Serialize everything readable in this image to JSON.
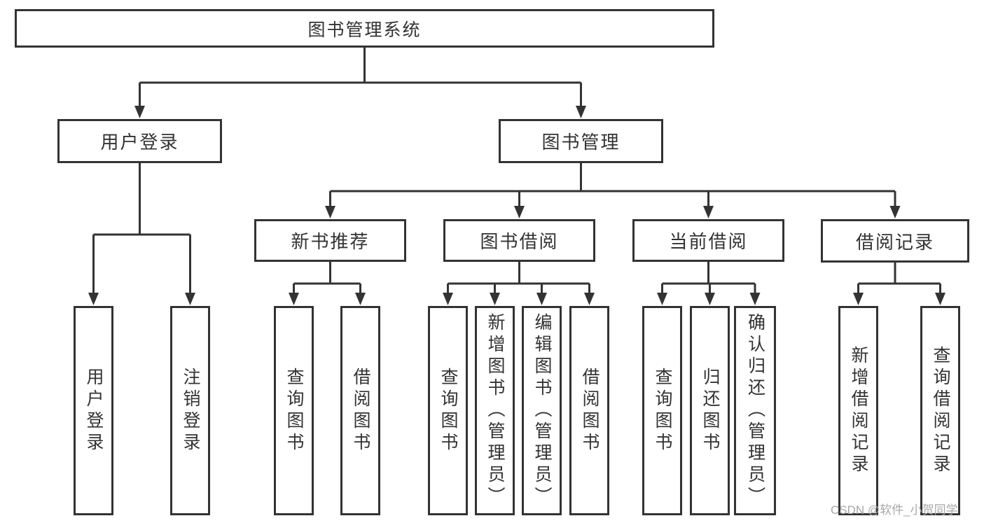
{
  "diagram": {
    "type": "tree",
    "title": "图书管理系统",
    "watermark": "CSDN @软件_小贺同学",
    "colors": {
      "line": "#333333",
      "text": "#333333",
      "box_background": "#ffffff",
      "watermark": "#a8a8a8",
      "background": "#ffffff"
    },
    "nodes": {
      "root": {
        "label": "图书管理系统",
        "children": [
          "用户登录",
          "图书管理"
        ]
      },
      "user_login": {
        "label": "用户登录",
        "parent": "图书管理系统",
        "children": [
          "用户登录",
          "注销登录"
        ]
      },
      "book_mgmt": {
        "label": "图书管理",
        "parent": "图书管理系统",
        "children": [
          "新书推荐",
          "图书借阅",
          "当前借阅",
          "借阅记录"
        ]
      },
      "new_book_rec": {
        "label": "新书推荐",
        "parent": "图书管理",
        "children": [
          "查询图书",
          "借阅图书"
        ]
      },
      "book_borrow": {
        "label": "图书借阅",
        "parent": "图书管理",
        "children": [
          "查询图书",
          "新增图书（管理员）",
          "编辑图书（管理员）",
          "借阅图书"
        ]
      },
      "current_borrow": {
        "label": "当前借阅",
        "parent": "图书管理",
        "children": [
          "查询图书",
          "归还图书",
          "确认归还（管理员）"
        ]
      },
      "borrow_records": {
        "label": "借阅记录",
        "parent": "图书管理",
        "children": [
          "新增借阅记录",
          "查询借阅记录"
        ]
      }
    },
    "leaves": [
      {
        "label": "用户登录",
        "parent": "用户登录"
      },
      {
        "label": "注销登录",
        "parent": "用户登录"
      },
      {
        "label": "查询图书",
        "parent": "新书推荐"
      },
      {
        "label": "借阅图书",
        "parent": "新书推荐"
      },
      {
        "label": "查询图书",
        "parent": "图书借阅"
      },
      {
        "label": "新增图书（管理员）",
        "parent": "图书借阅"
      },
      {
        "label": "编辑图书（管理员）",
        "parent": "图书借阅"
      },
      {
        "label": "借阅图书",
        "parent": "图书借阅"
      },
      {
        "label": "查询图书",
        "parent": "当前借阅"
      },
      {
        "label": "归还图书",
        "parent": "当前借阅"
      },
      {
        "label": "确认归还（管理员）",
        "parent": "当前借阅"
      },
      {
        "label": "新增借阅记录",
        "parent": "借阅记录"
      },
      {
        "label": "查询借阅记录",
        "parent": "借阅记录"
      }
    ]
  }
}
